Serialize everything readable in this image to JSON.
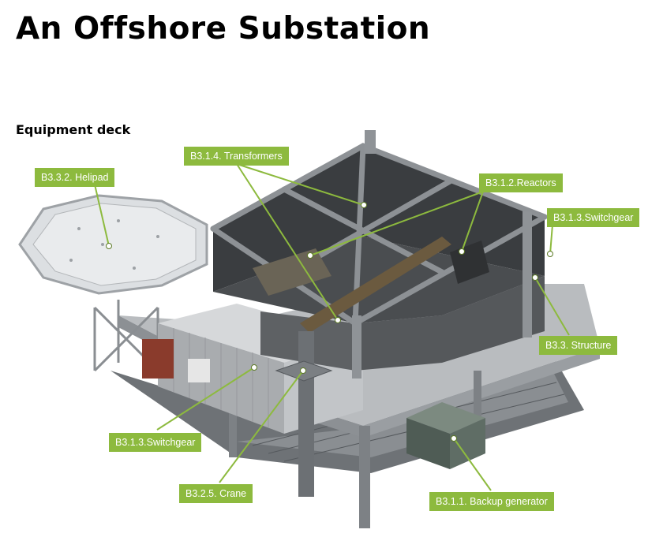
{
  "title": "An Offshore Substation",
  "subtitle": "Equipment deck",
  "colors": {
    "callout": "#8dba3e",
    "callout_text": "#ffffff",
    "leader": "#8dba3e"
  },
  "labels": {
    "helipad": "B3.3.2. Helipad",
    "transformers": "B3.1.4. Transformers",
    "reactors": "B3.1.2.Reactors",
    "switchgear_right": "B3.1.3.Switchgear",
    "structure": "B3.3. Structure",
    "switchgear_left": "B3.1.3.Switchgear",
    "crane": "B3.2.5. Crane",
    "backup_generator": "B3.1.1. Backup generator"
  }
}
